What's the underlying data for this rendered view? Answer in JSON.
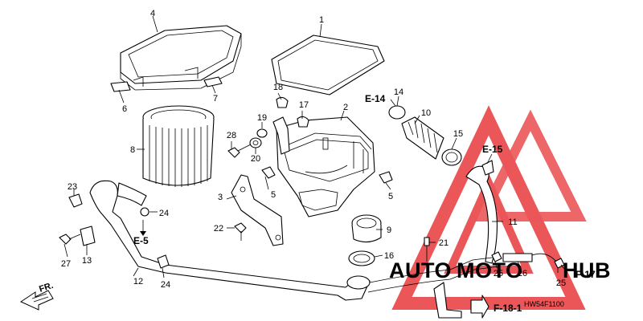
{
  "diagram_code": "HW54F1100",
  "direction_label": "FR.",
  "watermark": {
    "part1": "AUTO",
    "part2": "MOTO",
    "part3": "HUB",
    "color_red": "#e8393c",
    "color_dark": "#2e2e2e"
  },
  "callouts": {
    "c1": "1",
    "c2": "2",
    "c3": "3",
    "c4": "4",
    "c5a": "5",
    "c5b": "5",
    "c6": "6",
    "c7": "7",
    "c8": "8",
    "c9": "9",
    "c10": "10",
    "c11": "11",
    "c12": "12",
    "c13": "13",
    "c14": "14",
    "c15": "15",
    "c16": "16",
    "c17": "17",
    "c18": "18",
    "c19": "19",
    "c20": "20",
    "c21": "21",
    "c22": "22",
    "c23": "23",
    "c24a": "24",
    "c24b": "24",
    "c25a": "25",
    "c25b": "25",
    "c26": "26",
    "c27": "27",
    "c28": "28"
  },
  "references": {
    "e14": "E-14",
    "e15": "E-15",
    "e5": "E-5",
    "f17": "F-17",
    "f181": "F-18-1"
  }
}
